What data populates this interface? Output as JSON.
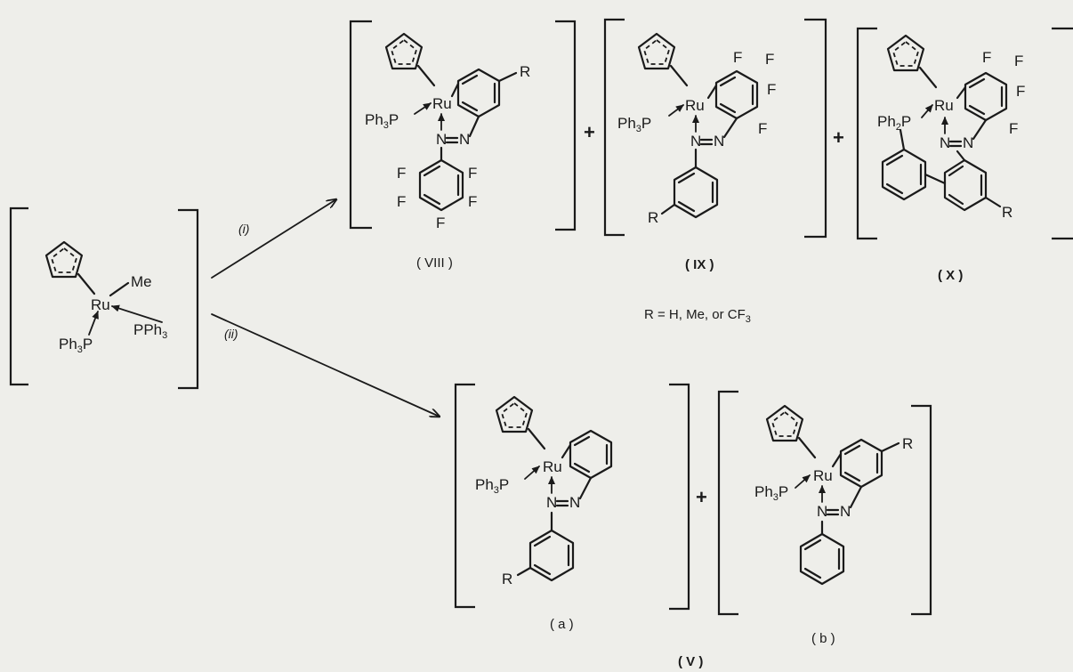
{
  "starting_complex": {
    "metal": "Ru",
    "ligands": [
      "Me",
      "PPh3",
      "Ph3P"
    ],
    "me_label": "Me",
    "pph3_label": "PPh",
    "pph3_sub": "3",
    "ph3p_label": "Ph",
    "ph3p_sub": "3",
    "ph3p_tail": "P"
  },
  "arrows": [
    {
      "label": "(i)"
    },
    {
      "label": "(ii)"
    }
  ],
  "products_i": [
    {
      "label": "( VIII )",
      "substituents": [
        "R",
        "F",
        "F",
        "F",
        "F",
        "F"
      ]
    },
    {
      "label": "( IX )",
      "substituents": [
        "F",
        "F",
        "F",
        "F",
        "R"
      ]
    },
    {
      "label": "( X )",
      "substituents": [
        "F",
        "F",
        "F",
        "F",
        "R"
      ]
    }
  ],
  "r_definition": "R = H, Me, or CF",
  "r_definition_sub": "3",
  "products_ii": {
    "group_label": "( V )",
    "items": [
      {
        "label": "( a )",
        "substituents": [
          "R"
        ]
      },
      {
        "label": "( b )",
        "substituents": [
          "R"
        ]
      }
    ]
  },
  "atoms": {
    "ru": "Ru",
    "n": "N",
    "ph": "Ph",
    "p": "P",
    "three": "3",
    "two": "2"
  },
  "plus": "+"
}
